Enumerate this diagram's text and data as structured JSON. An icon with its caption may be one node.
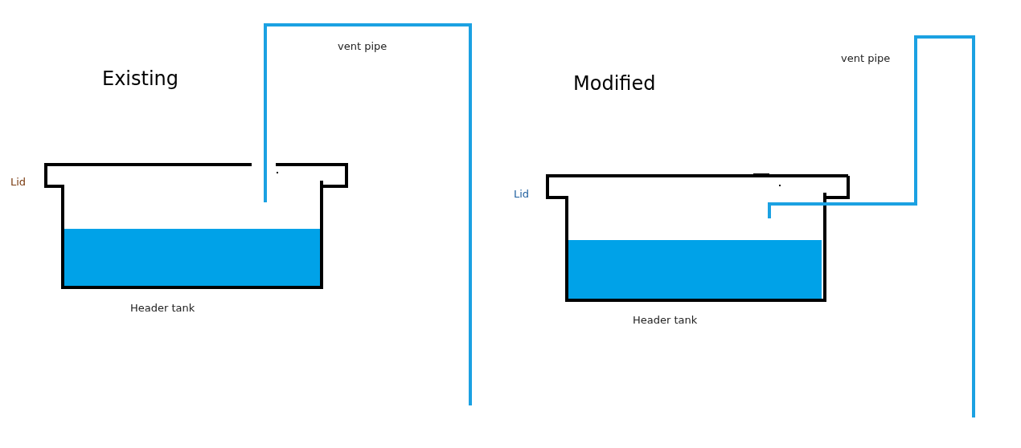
{
  "diagram": {
    "labels": [
      "vent pipe",
      "Existing",
      "Lid",
      "Header tank",
      "vent pipe",
      "Modified",
      "Lid",
      "Header tank"
    ]
  }
}
